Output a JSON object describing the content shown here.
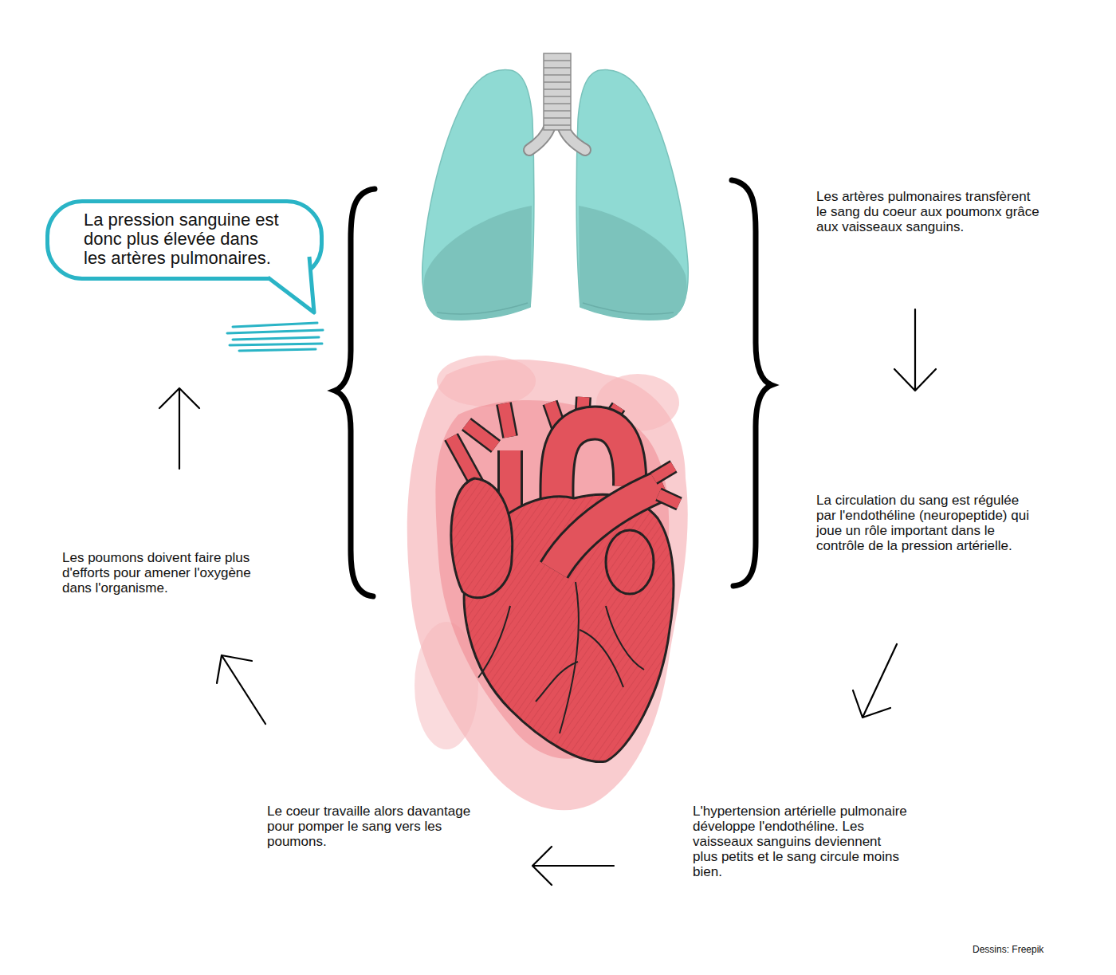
{
  "diagram": {
    "nodes": [
      {
        "text": [
          "La pression sanguine est donc plus élevée dans les artères pulmonaires."
        ]
      }
    ],
    "labels": [
      "Les artères pulmonaires transfèrent le sang du coeur aux poumonx grâce aux vaisseaux sanguins.",
      "La circulation du sang est régulée par l'endothéline (neuropeptide) qui joue un rôle important dans le contrôle de la pression artérielle.",
      "L'hypertension artérielle pulmonaire développe l'endothéline. Les vaisseaux sanguins deviennent plus petits et le sang circule moins bien.",
      "Le coeur travaille alors davantage pour pomper le sang vers les poumons.",
      "Les poumons doivent faire plus d'efforts pour amener l'oxygène dans l'organisme.",
      "Dessins: Freepik"
    ]
  }
}
